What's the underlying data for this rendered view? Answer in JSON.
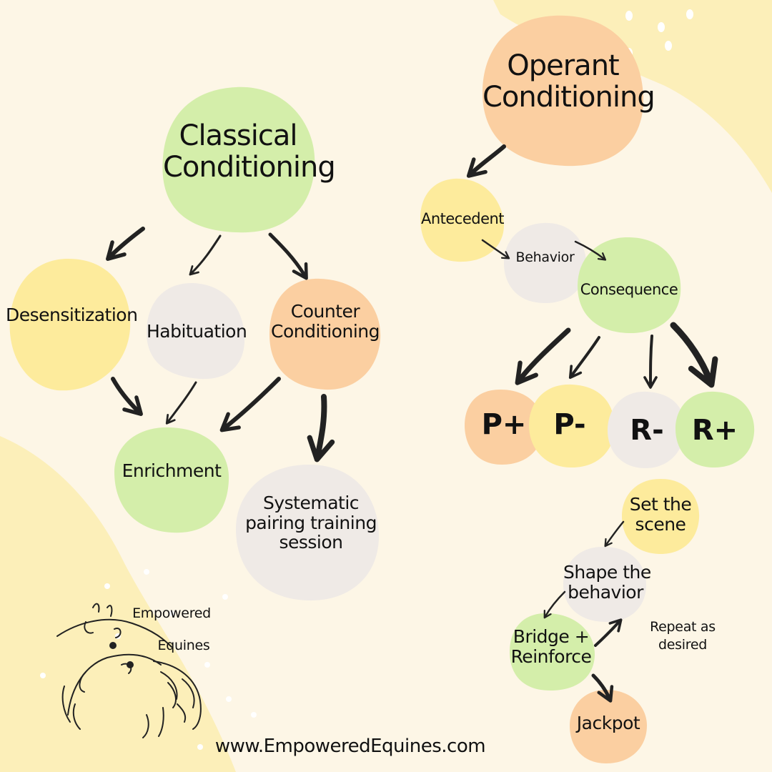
{
  "colors": {
    "background": "#fdf6e6",
    "green": "#d4eeaa",
    "yellow": "#fdeb9c",
    "orange": "#fbcfa1",
    "gray": "#efeae6",
    "ink": "#222222"
  },
  "classical": {
    "title_line1": "Classical",
    "title_line2": "Conditioning",
    "desensitization": "Desensitization",
    "habituation": "Habituation",
    "counter_line1": "Counter",
    "counter_line2": "Conditioning",
    "enrichment": "Enrichment",
    "systematic_line1": "Systematic",
    "systematic_line2": "pairing training",
    "systematic_line3": "session"
  },
  "operant": {
    "title_line1": "Operant",
    "title_line2": "Conditioning",
    "antecedent": "Antecedent",
    "behavior": "Behavior",
    "consequence": "Consequence",
    "p_plus": "P+",
    "p_minus": "P-",
    "r_minus": "R-",
    "r_plus": "R+"
  },
  "shaping": {
    "set_line1": "Set the",
    "set_line2": "scene",
    "shape_line1": "Shape the",
    "shape_line2": "behavior",
    "bridge_line1": "Bridge +",
    "bridge_line2": "Reinforce",
    "repeat_line1": "Repeat as",
    "repeat_line2": "desired",
    "jackpot": "Jackpot"
  },
  "logo": {
    "line1": "Empowered",
    "line2": "Equines"
  },
  "footer": {
    "url": "www.EmpoweredEquines.com"
  }
}
